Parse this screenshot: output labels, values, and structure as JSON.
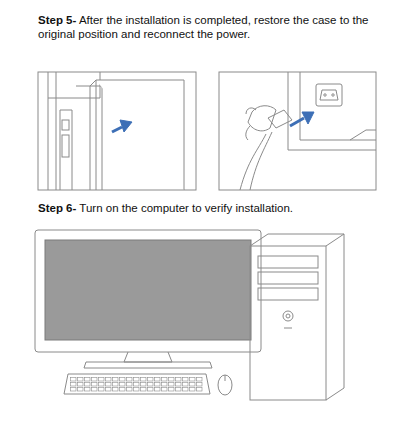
{
  "diagram": {
    "labels": [
      "Step 5-",
      "After the installation is completed, restore the case to the original position and reconnect the power.",
      "Step 6-",
      "Turn on the computer to verify installation."
    ]
  }
}
